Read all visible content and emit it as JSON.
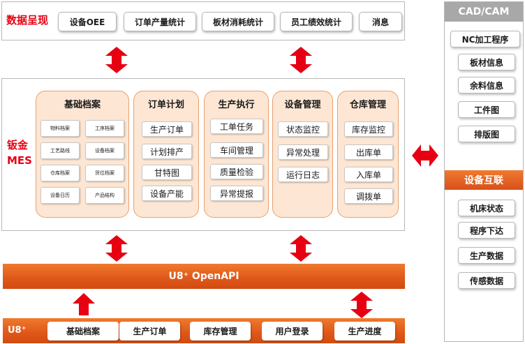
{
  "top": {
    "title": "数据呈现",
    "items": [
      "设备OEE",
      "订单产量统计",
      "板材消耗统计",
      "员工绩效统计",
      "消息"
    ]
  },
  "mes": {
    "title_line1": "钣金",
    "title_line2": "MES",
    "modules": [
      {
        "title": "基础档案",
        "items": [
          "物料档案",
          "工序档案",
          "工艺路线",
          "设备档案",
          "仓库档案",
          "货位档案",
          "设备日历",
          "产品结构"
        ]
      },
      {
        "title": "订单计划",
        "items": [
          "生产订单",
          "计划排产",
          "甘特图",
          "设备产能"
        ]
      },
      {
        "title": "生产执行",
        "items": [
          "工单任务",
          "车间管理",
          "质量检验",
          "异常提报"
        ]
      },
      {
        "title": "设备管理",
        "items": [
          "状态监控",
          "异常处理",
          "运行日志"
        ]
      },
      {
        "title": "仓库管理",
        "items": [
          "库存监控",
          "出库单",
          "入库单",
          "调拨单"
        ]
      }
    ]
  },
  "api": {
    "label": "U8⁺ OpenAPI"
  },
  "u8": {
    "label": "U8⁺",
    "items": [
      "基础档案",
      "生产订单",
      "库存管理",
      "用户登录",
      "生产进度"
    ]
  },
  "right": {
    "cad_title": "CAD/CAM",
    "cad_items": [
      "NC加工程序",
      "板材信息",
      "余料信息",
      "工件图",
      "排版图"
    ],
    "iot_title": "设备互联",
    "iot_items": [
      "机床状态",
      "程序下达",
      "生产数据",
      "传感数据"
    ]
  },
  "colors": {
    "accent_red": "#e60012",
    "orange_bar": "#e0591a",
    "module_fill": "#fde7d4",
    "module_border": "#e6a070",
    "cad_header": "#a8a8a8"
  }
}
